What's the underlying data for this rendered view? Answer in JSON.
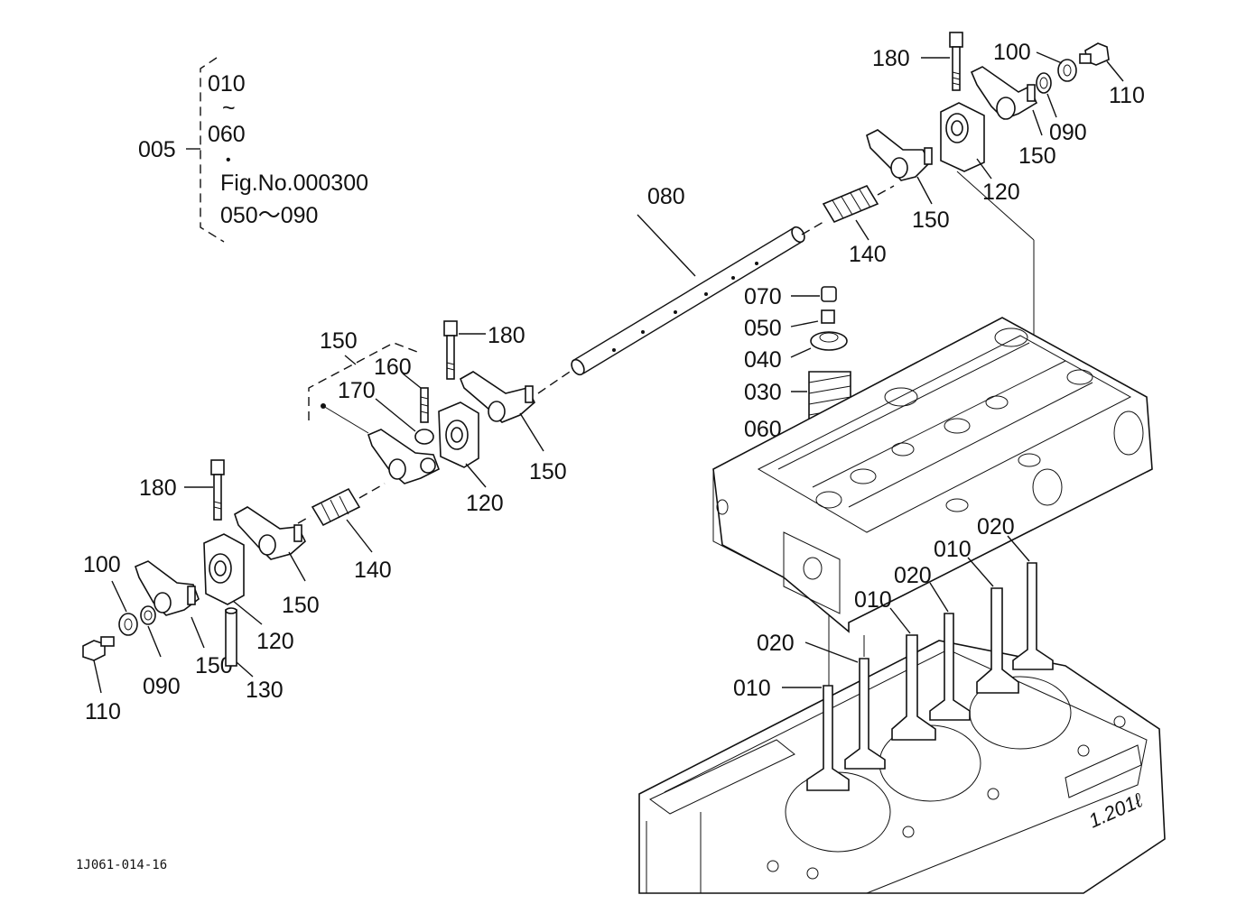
{
  "legend": {
    "group_number": "005",
    "line1": "010",
    "tilde": "~",
    "line2": "060",
    "dot": "•",
    "fig_ref": "Fig.No.000300",
    "range": "050～090"
  },
  "callouts": {
    "rocker_shaft": "080",
    "bolt_top_right": "180",
    "washer_top_right": "100",
    "plug_top_right": "110",
    "washer2_top_right": "090",
    "arm_top_right": "150",
    "bracket_top_right": "120",
    "arm2_top_right": "150",
    "spring_top_right": "140",
    "cap_070": "070",
    "collet_050": "050",
    "retainer_040": "040",
    "spring_030": "030",
    "seal_060": "060",
    "assy_150": "150",
    "bolt_middle": "180",
    "screw_160": "160",
    "nut_170": "170",
    "arm_middle": "150",
    "bracket_middle": "120",
    "bolt_left": "180",
    "spring_left": "140",
    "arm_left": "150",
    "washer_left": "100",
    "washer2_left": "090",
    "bracket_left": "120",
    "arm2_left": "150",
    "plug_left": "110",
    "pin_130": "130",
    "valve_020_a": "020",
    "valve_010_a": "010",
    "valve_020_b": "020",
    "valve_010_b": "010",
    "valve_020_c": "020",
    "valve_010_c": "010"
  },
  "casting_mark": "1.201ℓ",
  "drawing_number": "1J061-014-16"
}
